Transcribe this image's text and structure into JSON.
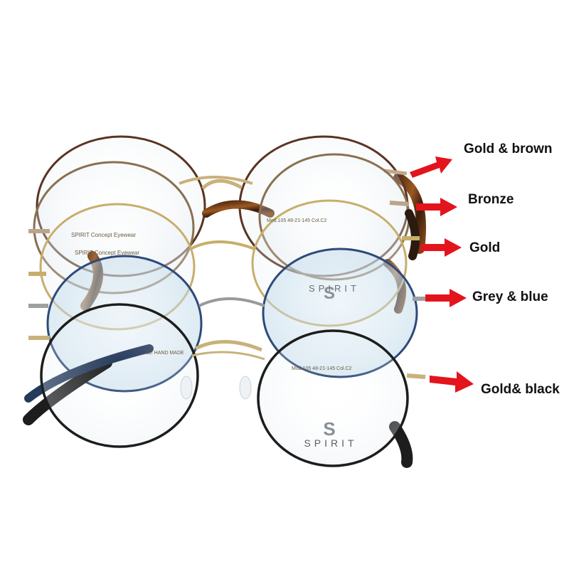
{
  "colors": {
    "arrow": "#e3141c",
    "label_text": "#111111",
    "background": "#ffffff"
  },
  "variants": [
    {
      "label": "Gold & brown",
      "rim_color": "#5a3422",
      "bridge_color": "#c9b17c"
    },
    {
      "label": "Bronze",
      "rim_color": "#8a7050",
      "bridge_color": "#9a8060"
    },
    {
      "label": "Gold",
      "rim_color": "#c7ae6a",
      "bridge_color": "#c7ae6a"
    },
    {
      "label": "Grey & blue",
      "rim_color": "#2d4a78",
      "bridge_color": "#9a9a9a"
    },
    {
      "label": "Gold& black",
      "rim_color": "#1d1d1d",
      "bridge_color": "#c8b27a"
    }
  ],
  "frame_marks": {
    "brand": "SPIRIT",
    "brand_monogram": "S",
    "temple_text": "SPIRIT  Concept Eyewear",
    "ce_mark": "CE  HAND MADE",
    "model_text": "Mod.105  48-21-145  Col.C2"
  }
}
